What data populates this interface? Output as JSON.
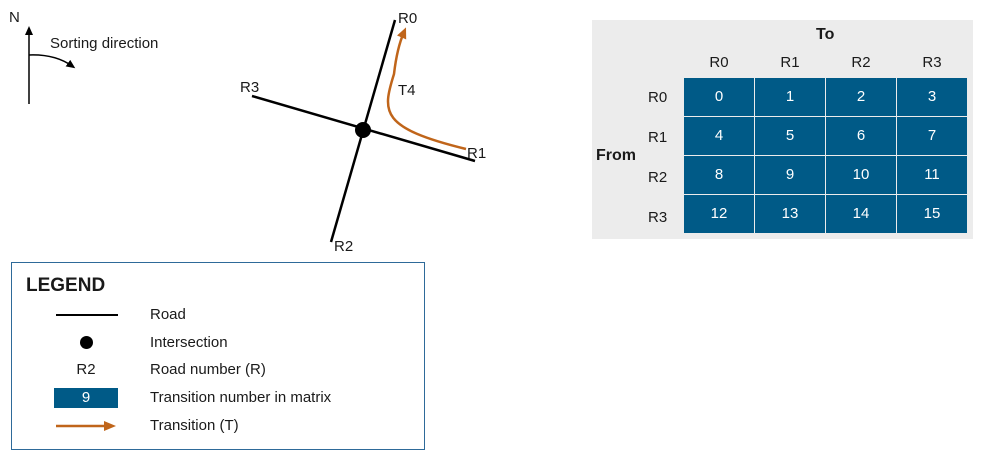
{
  "compass": {
    "north_label": "N",
    "sorting_label": "Sorting direction"
  },
  "roads": {
    "r0": "R0",
    "r1": "R1",
    "r2": "R2",
    "r3": "R3"
  },
  "transition_label": "T4",
  "colors": {
    "road": "#000000",
    "transition": "#c0651a",
    "cell_bg": "#005a87",
    "cell_text": "#ffffff",
    "matrix_bg": "#ececec",
    "legend_border": "#2e6a99"
  },
  "legend": {
    "title": "LEGEND",
    "road": "Road",
    "intersection": "Intersection",
    "road_number_example": "R2",
    "road_number": "Road number (R)",
    "cell_example": "9",
    "transition_number": "Transition number in matrix",
    "transition": "Transition (T)"
  },
  "matrix": {
    "to_label": "To",
    "from_label": "From",
    "columns": [
      "R0",
      "R1",
      "R2",
      "R3"
    ],
    "rows": [
      {
        "label": "R0",
        "cells": [
          "0",
          "1",
          "2",
          "3"
        ]
      },
      {
        "label": "R1",
        "cells": [
          "4",
          "5",
          "6",
          "7"
        ]
      },
      {
        "label": "R2",
        "cells": [
          "8",
          "9",
          "10",
          "11"
        ]
      },
      {
        "label": "R3",
        "cells": [
          "12",
          "13",
          "14",
          "15"
        ]
      }
    ]
  }
}
